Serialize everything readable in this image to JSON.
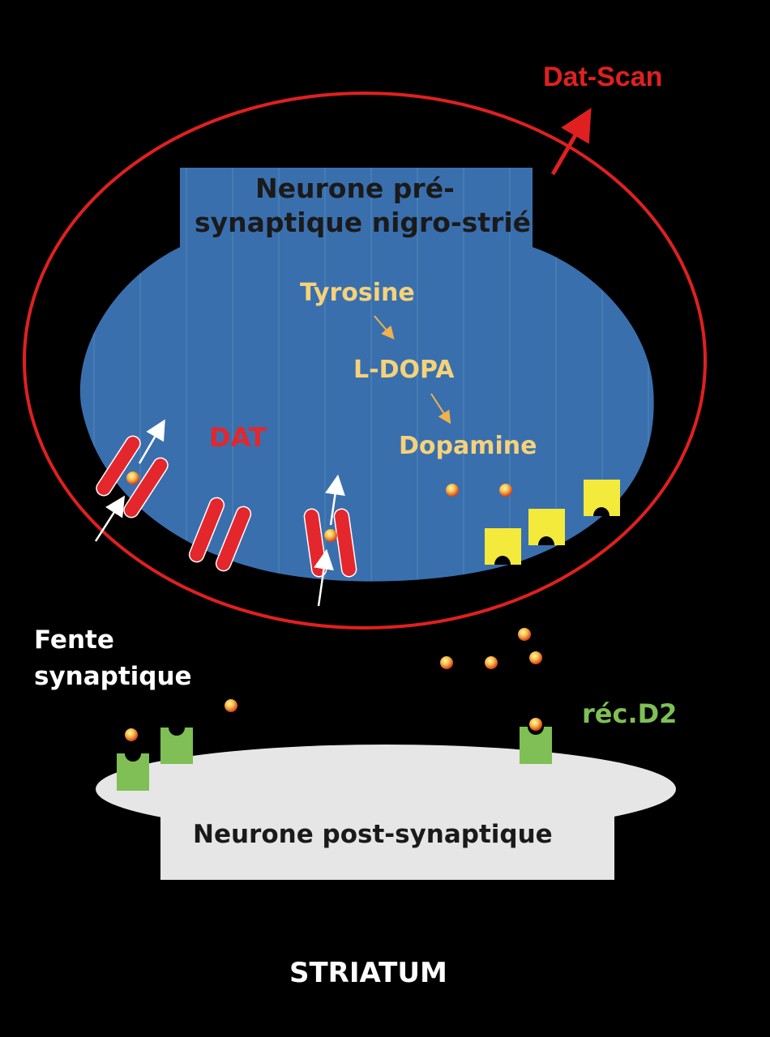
{
  "labels": {
    "scan_label": "Dat-Scan",
    "presynaptic_line1": "Neurone pré-",
    "presynaptic_line2": "synaptique nigro-strié",
    "tyrosine": "Tyrosine",
    "ldopa": "L-DOPA",
    "dopamine": "Dopamine",
    "transporter": "DAT",
    "cleft_line1": "Fente",
    "cleft_line2": "synaptique",
    "receptor": "réc.D2",
    "postsynaptic": "Neurone post-synaptique",
    "region": "STRIATUM"
  },
  "colors": {
    "background": "#000000",
    "scan_red": "#e02020",
    "presynaptic_blue": "#3a6fae",
    "pathway_yellow": "#f5d27a",
    "transporter_red": "#e3272c",
    "vesicle_yellow": "#f4ea3b",
    "receptor_green": "#7fbf55",
    "postsynaptic_gray": "#e6e6e6",
    "text_white": "#ffffff",
    "text_dark": "#1a1a1a"
  }
}
